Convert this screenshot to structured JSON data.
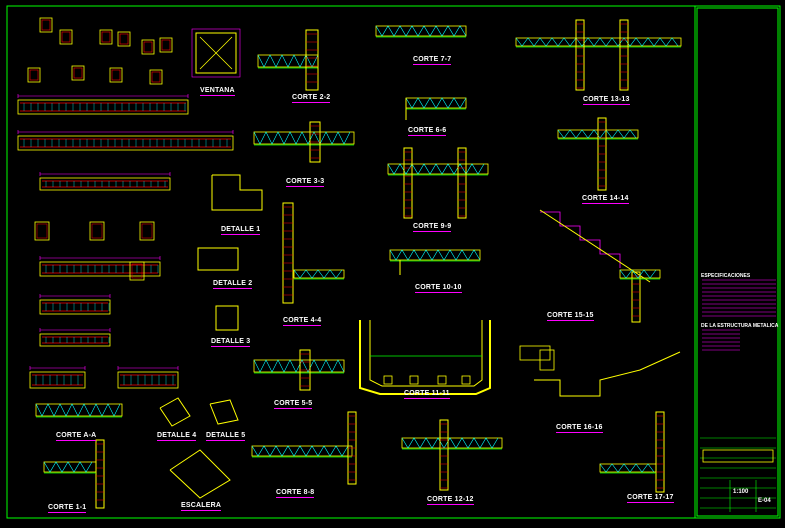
{
  "drawing": {
    "sheet_title_labels": [
      {
        "id": "ventana",
        "text": "VENTANA"
      },
      {
        "id": "corte22",
        "text": "CORTE 2-2"
      },
      {
        "id": "corte77",
        "text": "CORTE 7-7"
      },
      {
        "id": "corte1313",
        "text": "CORTE 13-13"
      },
      {
        "id": "corte66",
        "text": "CORTE 6-6"
      },
      {
        "id": "corte33",
        "text": "CORTE 3-3"
      },
      {
        "id": "corte1414",
        "text": "CORTE 14-14"
      },
      {
        "id": "corte99",
        "text": "CORTE 9-9"
      },
      {
        "id": "detalle1",
        "text": "DETALLE 1"
      },
      {
        "id": "detalle2",
        "text": "DETALLE 2"
      },
      {
        "id": "corte1010",
        "text": "CORTE 10-10"
      },
      {
        "id": "corte44",
        "text": "CORTE 4-4"
      },
      {
        "id": "corte1515",
        "text": "CORTE 15-15"
      },
      {
        "id": "detalle3",
        "text": "DETALLE 3"
      },
      {
        "id": "corte1111",
        "text": "CORTE 11-11"
      },
      {
        "id": "corte55",
        "text": "CORTE 5-5"
      },
      {
        "id": "corte1616",
        "text": "CORTE 16-16"
      },
      {
        "id": "corteaa",
        "text": "CORTE A-A"
      },
      {
        "id": "detalle4",
        "text": "DETALLE 4"
      },
      {
        "id": "detalle5",
        "text": "DETALLE 5"
      },
      {
        "id": "corte88",
        "text": "CORTE 8-8"
      },
      {
        "id": "corte11",
        "text": "CORTE 1-1"
      },
      {
        "id": "escalera",
        "text": "ESCALERA"
      },
      {
        "id": "corte1212",
        "text": "CORTE 12-12"
      },
      {
        "id": "corte1717",
        "text": "CORTE 17-17"
      }
    ],
    "title_block": {
      "notes_heading": "ESPECIFICACIONES",
      "subheading": "DE LA ESTRUCTURA METALICA",
      "scale": "1:100",
      "sheet_number": "E-04"
    },
    "colors": {
      "background": "#000000",
      "border": "#00ff00",
      "concrete_outline": "#ffff00",
      "section_walls": "#ff0000",
      "rebar_green": "#00ff00",
      "annotation": "#ff00ff",
      "slab_fill": "#00ffff",
      "titles": "#ffffff"
    }
  }
}
